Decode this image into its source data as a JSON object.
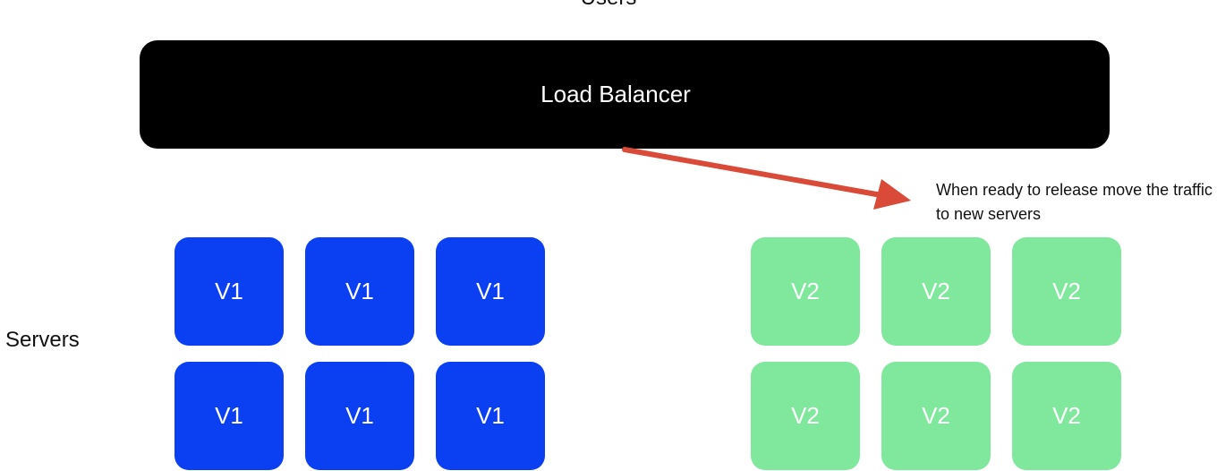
{
  "diagram": {
    "top_label": "Users",
    "load_balancer_label": "Load Balancer",
    "note": "When ready to release move the traffic to new servers",
    "servers_label": "Servers",
    "v1_label": "V1",
    "v2_label": "V2",
    "colors": {
      "load_balancer": "#000000",
      "v1": "#0a3ff2",
      "v2": "#7fe89c",
      "arrow": "#d94a38"
    }
  }
}
